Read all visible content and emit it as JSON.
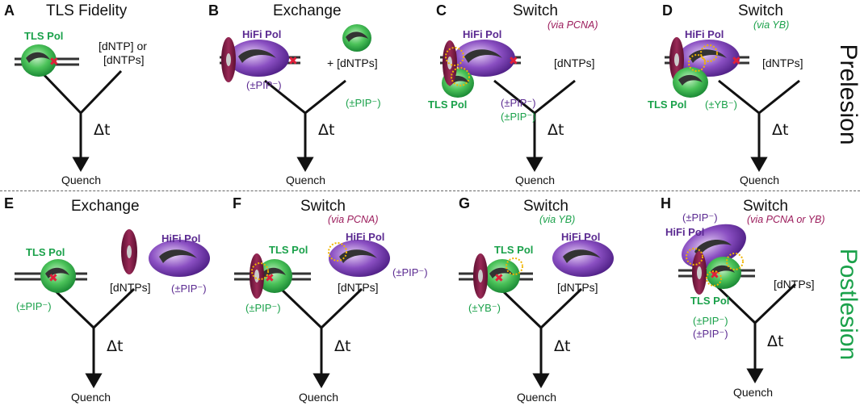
{
  "colors": {
    "tls": "#2fb54a",
    "hifi": "#6a2fa6",
    "pcna": "#7a1740",
    "lesion": "#e0203a",
    "dotted": "#f0b400",
    "green_text": "#1aa14a",
    "purple_text": "#5b2a91",
    "magenta_text": "#9b1b5b"
  },
  "sections": {
    "top": "Prelesion",
    "bottom": "Postlesion"
  },
  "common": {
    "quench": "Quench",
    "delta_t": "Δt"
  },
  "panels": {
    "A": {
      "letter": "A",
      "title": "TLS Fidelity",
      "tls": "TLS Pol",
      "dntp1": "[dNTP] or",
      "dntp2": "[dNTPs]"
    },
    "B": {
      "letter": "B",
      "title": "Exchange",
      "hifi": "HiFi Pol",
      "dntps": "+ [dNTPs]",
      "pip_hifi": "(±PIP⁻)",
      "pip_tls": "(±PIP⁻)"
    },
    "C": {
      "letter": "C",
      "title": "Switch",
      "note": "(via PCNA)",
      "hifi": "HiFi Pol",
      "dntps": "[dNTPs]",
      "tls": "TLS Pol",
      "pip_hifi": "(±PIP⁻)",
      "pip_tls": "(±PIP⁻)"
    },
    "D": {
      "letter": "D",
      "title": "Switch",
      "note": "(via YB)",
      "hifi": "HiFi Pol",
      "dntps": "[dNTPs]",
      "tls": "TLS Pol",
      "yb": "(±YB⁻)"
    },
    "E": {
      "letter": "E",
      "title": "Exchange",
      "tls": "TLS Pol",
      "hifi": "HiFi Pol",
      "dntps": "[dNTPs]",
      "pip_tls": "(±PIP⁻)",
      "pip_hifi": "(±PIP⁻)"
    },
    "F": {
      "letter": "F",
      "title": "Switch",
      "note": "(via PCNA)",
      "tls": "TLS Pol",
      "hifi": "HiFi Pol",
      "dntps": "[dNTPs]",
      "pip_tls": "(±PIP⁻)",
      "pip_hifi": "(±PIP⁻)"
    },
    "G": {
      "letter": "G",
      "title": "Switch",
      "note": "(via YB)",
      "tls": "TLS Pol",
      "hifi": "HiFi Pol",
      "dntps": "[dNTPs]",
      "yb": "(±YB⁻)"
    },
    "H": {
      "letter": "H",
      "title": "Switch",
      "note": "(via PCNA or YB)",
      "pip_hifi": "(±PIP⁻)",
      "hifi": "HiFi Pol",
      "tls": "TLS Pol",
      "dntps": "[dNTPs]",
      "pip_tls1": "(±PIP⁻)",
      "pip_tls2": "(±PIP⁻)"
    }
  }
}
